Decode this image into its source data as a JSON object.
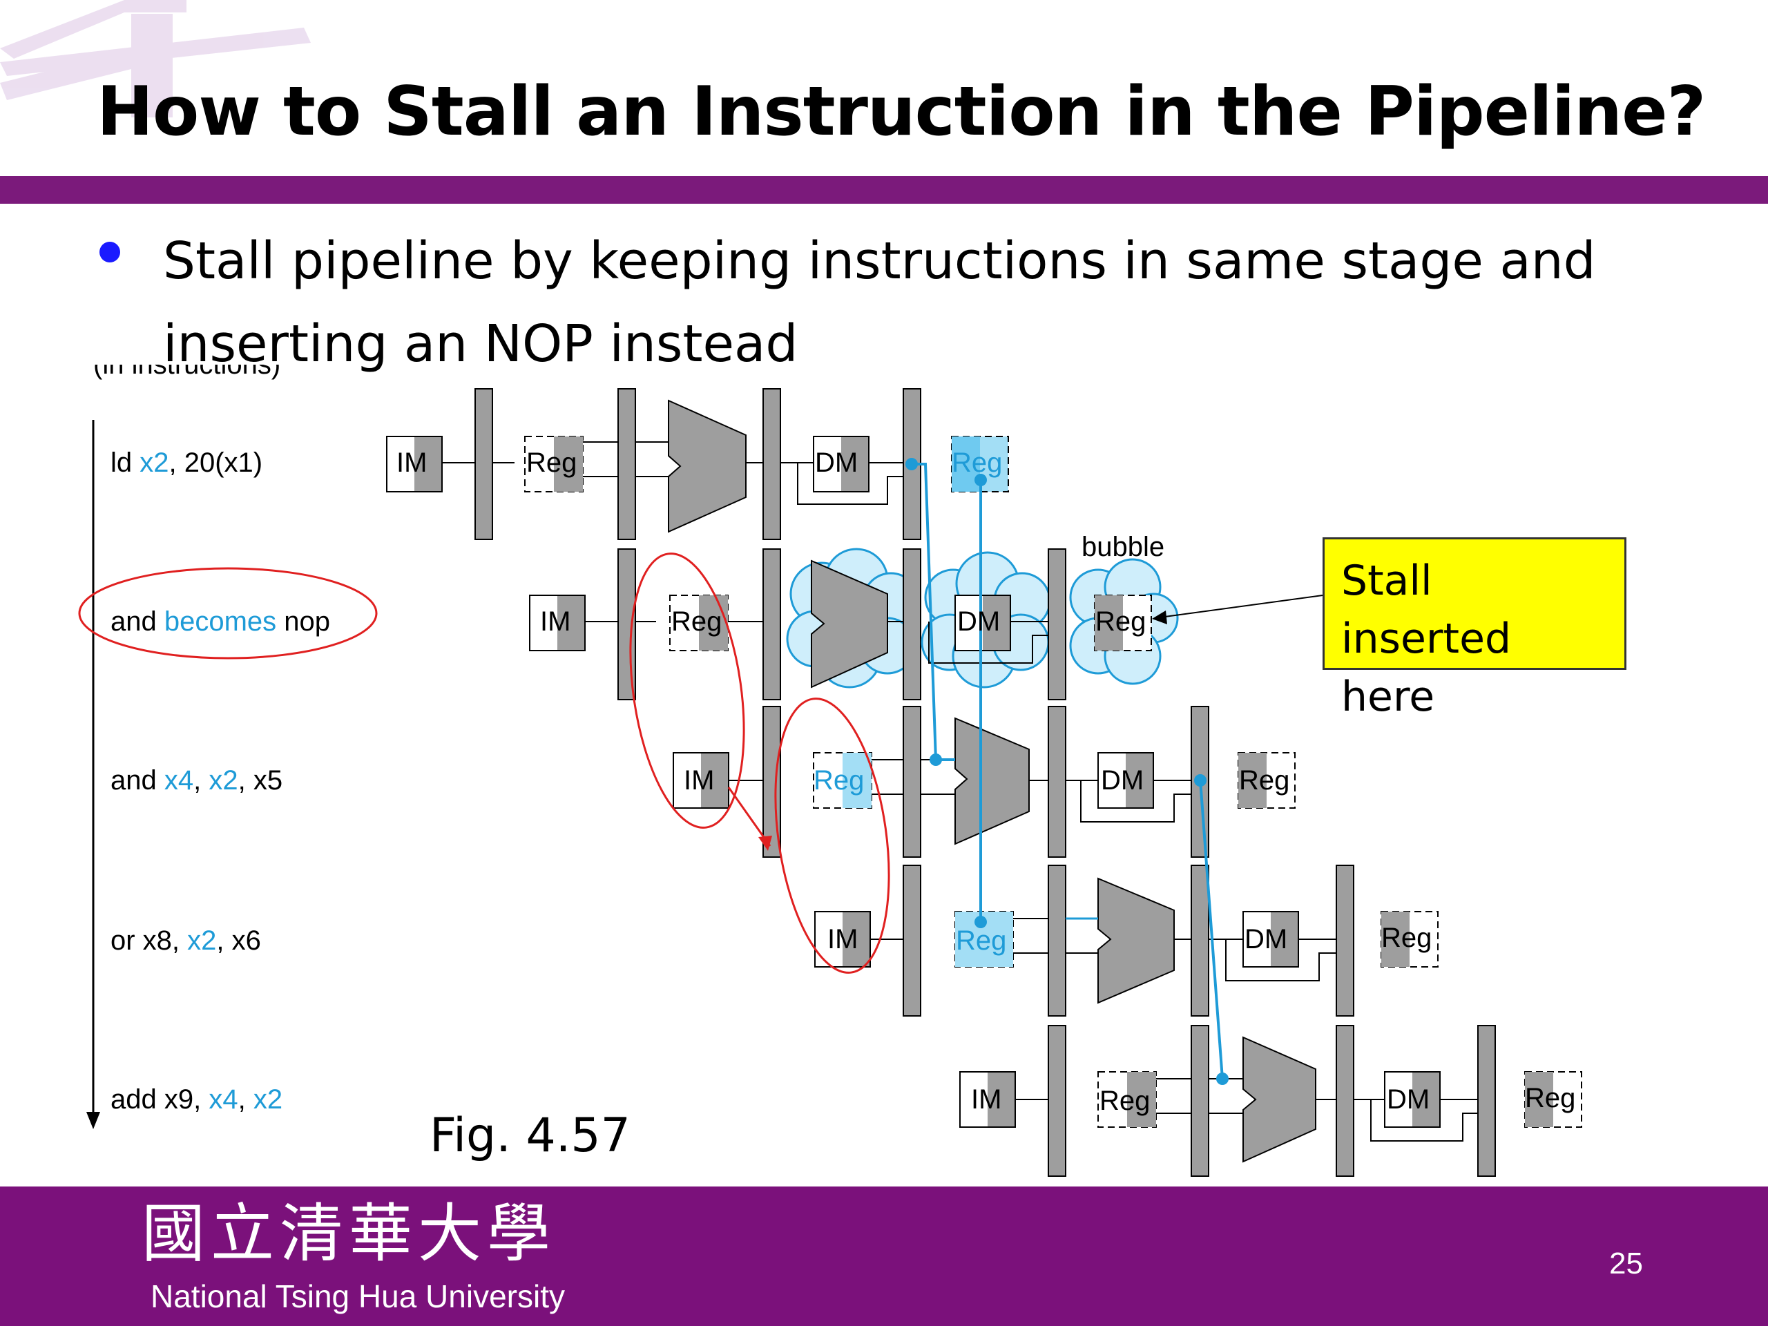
{
  "slide": {
    "title": "How to Stall an Instruction in the Pipeline?",
    "bullet": "Stall pipeline by keeping instructions in same stage and inserting an NOP instead",
    "figure_label": "Fig. 4.57",
    "page_number": "25",
    "accent_color": "#7b117b",
    "highlight_color": "#1e9bd7"
  },
  "diagram": {
    "order_label_partial": "(in instructions)",
    "instructions": [
      {
        "id": "i1",
        "parts": [
          {
            "t": "ld ",
            "c": "black"
          },
          {
            "t": "x2",
            "c": "blue"
          },
          {
            "t": ", 20(x1)",
            "c": "black"
          }
        ]
      },
      {
        "id": "i2",
        "parts": [
          {
            "t": "and ",
            "c": "black"
          },
          {
            "t": "becomes",
            "c": "blue"
          },
          {
            "t": " nop",
            "c": "black"
          }
        ]
      },
      {
        "id": "i3",
        "parts": [
          {
            "t": "and ",
            "c": "black"
          },
          {
            "t": "x4",
            "c": "blue"
          },
          {
            "t": ", ",
            "c": "black"
          },
          {
            "t": "x2",
            "c": "blue"
          },
          {
            "t": ", x5",
            "c": "black"
          }
        ]
      },
      {
        "id": "i4",
        "parts": [
          {
            "t": "or x8, ",
            "c": "black"
          },
          {
            "t": "x2",
            "c": "blue"
          },
          {
            "t": ", x6",
            "c": "black"
          }
        ]
      },
      {
        "id": "i5",
        "parts": [
          {
            "t": "add x9, ",
            "c": "black"
          },
          {
            "t": "x4",
            "c": "blue"
          },
          {
            "t": ", ",
            "c": "black"
          },
          {
            "t": "x2",
            "c": "blue"
          }
        ]
      }
    ],
    "stage_labels": {
      "im": "IM",
      "reg": "Reg",
      "dm": "DM"
    },
    "bubble_label": "bubble",
    "callout": "Stall inserted here"
  },
  "footer": {
    "university_en": "National Tsing Hua University",
    "university_zh": "國立清華大學"
  }
}
